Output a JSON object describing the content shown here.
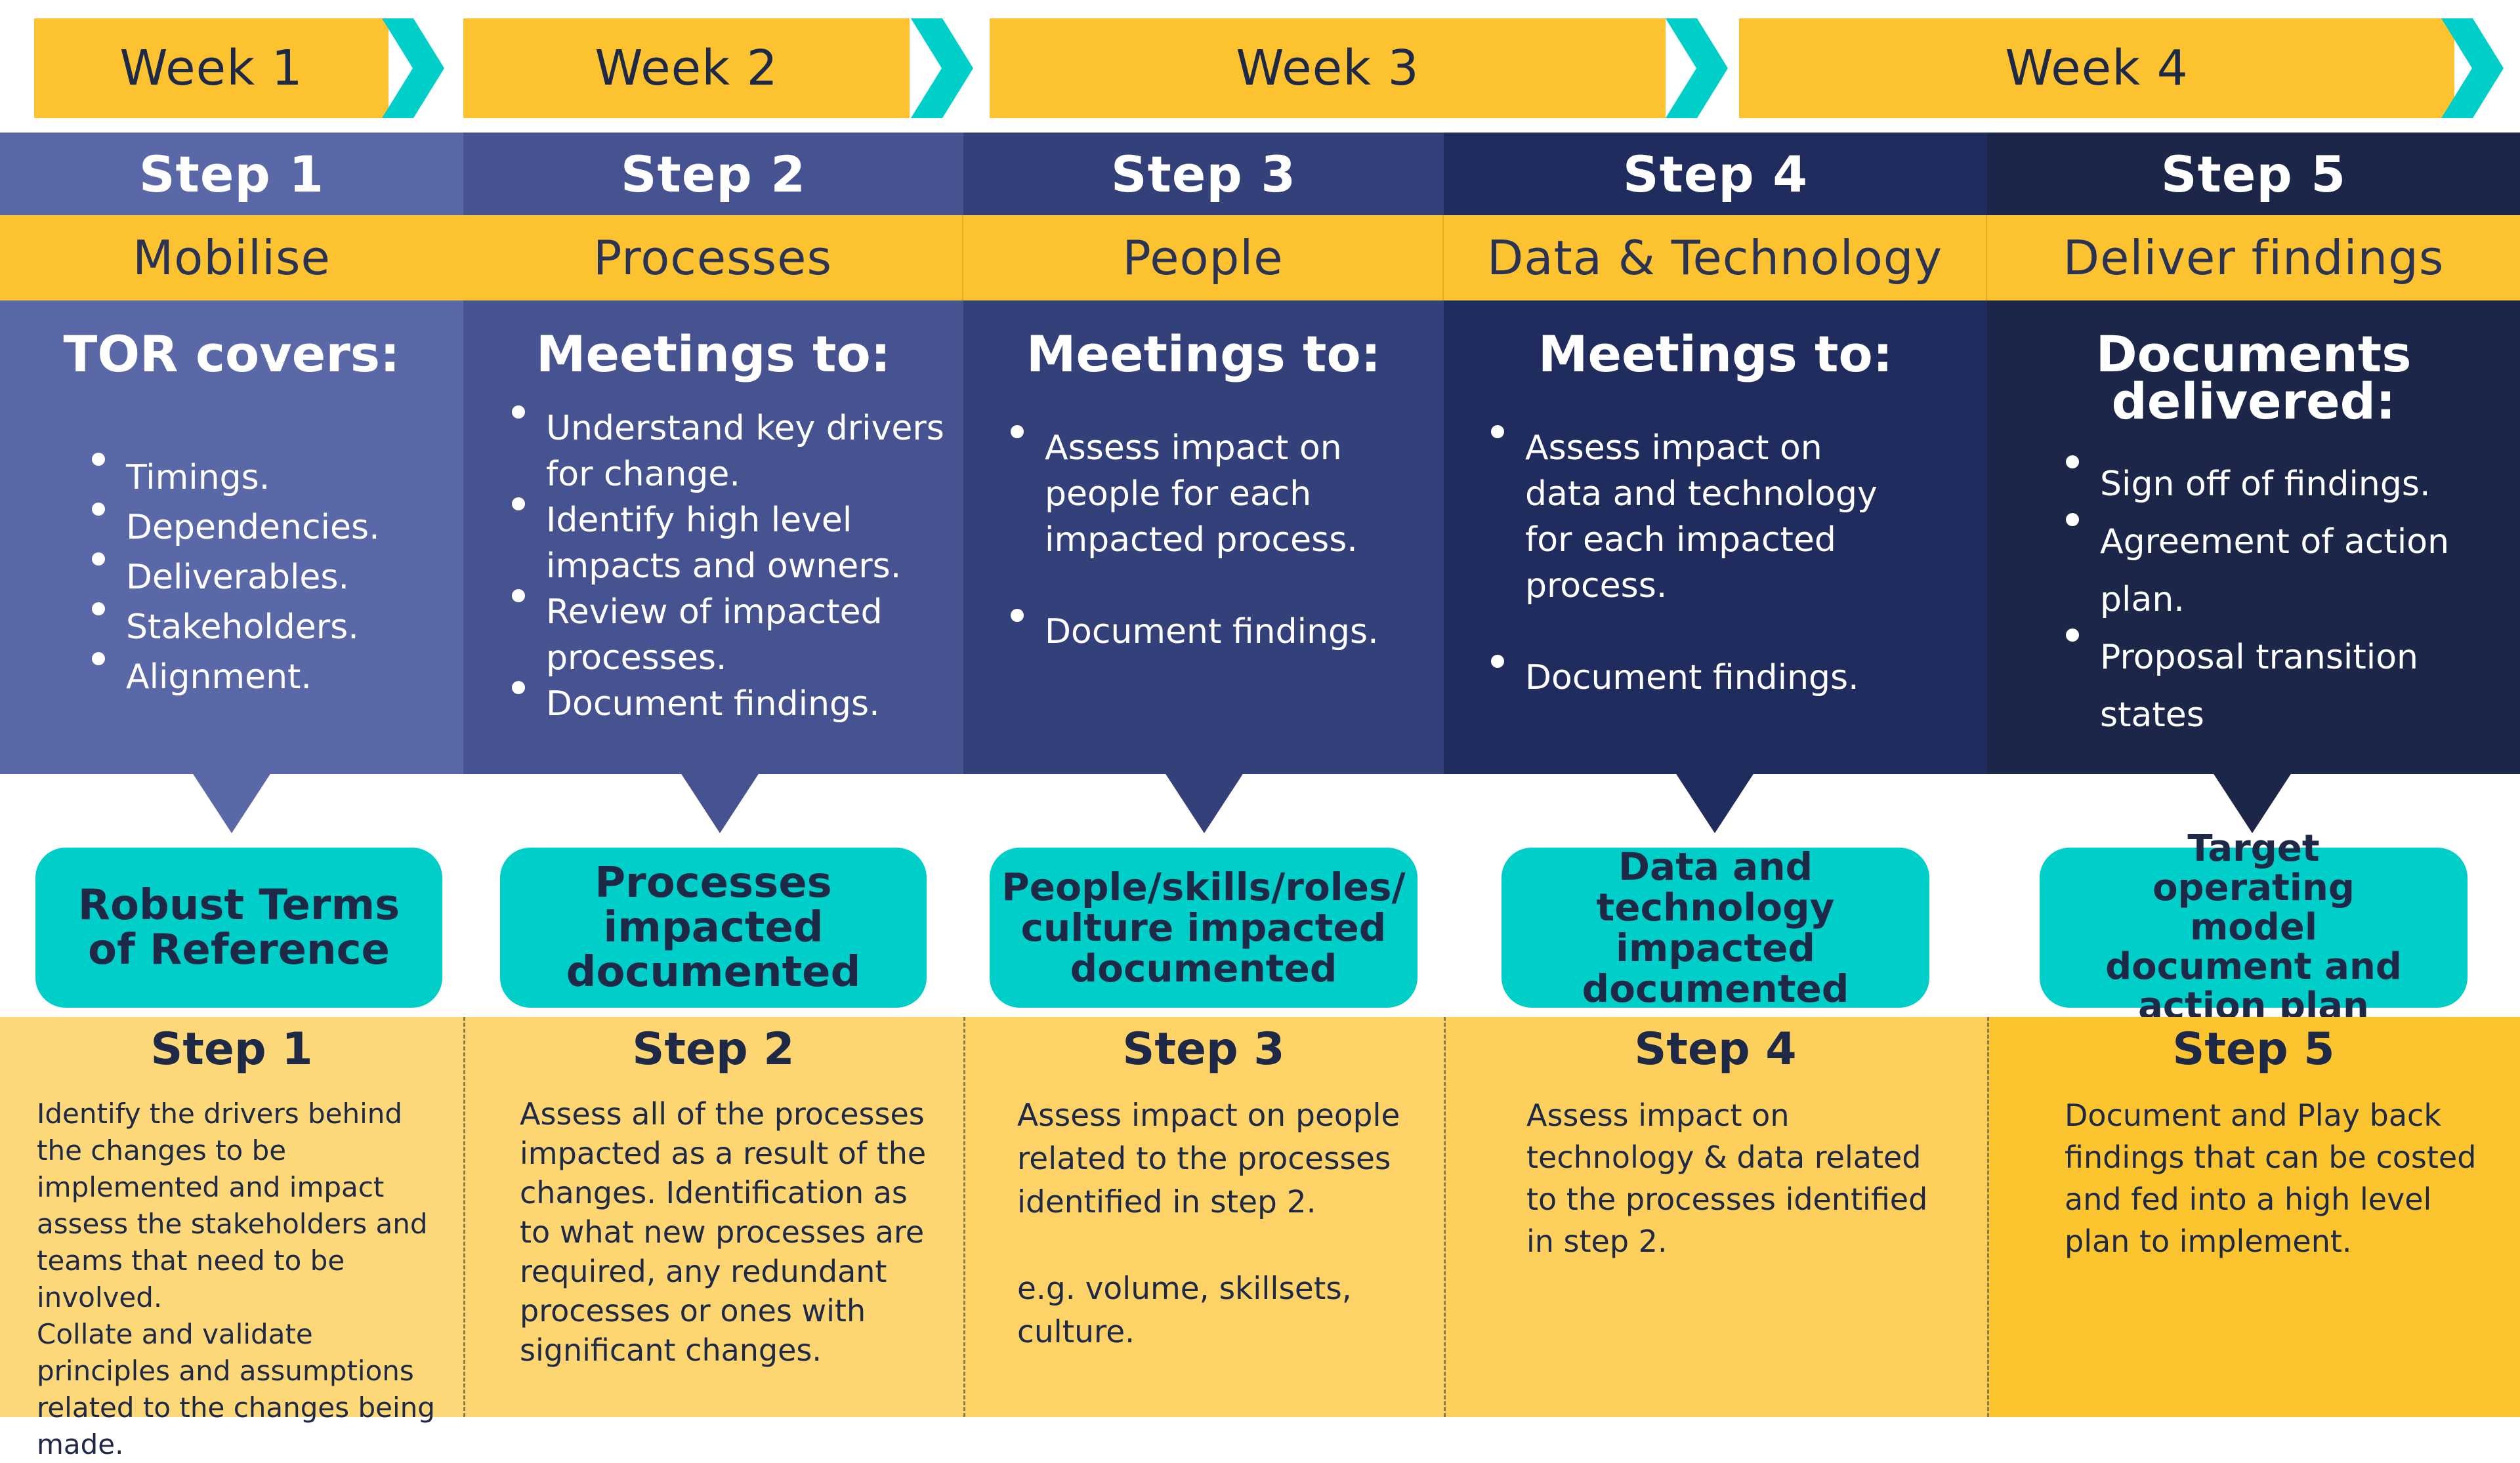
{
  "weeks": [
    "Week 1",
    "Week 2",
    "Week 3",
    "Week 4"
  ],
  "colors": {
    "yellow": "#fcc22f",
    "teal": "#00cec9",
    "step1": "#5b68a8",
    "step2": "#475290",
    "step3": "#34407a",
    "step4": "#212c5e",
    "step5": "#1c2649"
  },
  "steps": [
    {
      "step": "Step 1",
      "phase": "Mobilise",
      "panel_title": "TOR covers:",
      "bullets": [
        "Timings.",
        "Dependencies.",
        "Deliverables.",
        "Stakeholders.",
        "Alignment."
      ],
      "outcome": "Robust Terms of Reference",
      "bottom_title": "Step 1",
      "bottom_text": "Identify the drivers behind the changes to be implemented and impact assess the stakeholders and teams that need to be involved.\nCollate and validate principles and assumptions related to the changes being made."
    },
    {
      "step": "Step 2",
      "phase": "Processes",
      "panel_title": "Meetings to:",
      "bullets": [
        "Understand key drivers for change.",
        "Identify high level impacts and owners.",
        "Review of impacted processes.",
        "Document findings."
      ],
      "outcome": "Processes impacted documented",
      "bottom_title": "Step 2",
      "bottom_text": "Assess all of the processes impacted as a result of the changes.  Identification as to what new processes are required, any redundant processes or ones with significant changes."
    },
    {
      "step": "Step 3",
      "phase": "People",
      "panel_title": "Meetings to:",
      "bullets": [
        "Assess impact on people for each impacted process.",
        "Document findings."
      ],
      "outcome": "People/skills/roles/ culture impacted documented",
      "bottom_title": "Step 3",
      "bottom_text": "Assess impact on people related to the processes identified in step 2.\n\ne.g. volume, skillsets, culture."
    },
    {
      "step": "Step 4",
      "phase": "Data & Technology",
      "panel_title": "Meetings to:",
      "bullets": [
        "Assess impact on data and technology for each impacted process.",
        "Document findings."
      ],
      "outcome": "Data and technology impacted documented",
      "bottom_title": "Step 4",
      "bottom_text": "Assess impact on technology & data related to the processes identified in step 2."
    },
    {
      "step": "Step 5",
      "phase": "Deliver findings",
      "panel_title": "Documents delivered:",
      "bullets": [
        "Sign off of findings.",
        "Agreement of action plan.",
        "Proposal transition states"
      ],
      "outcome": "Target operating model document and action plan",
      "bottom_title": "Step 5",
      "bottom_text": "Document and Play back findings that can be costed and fed into a high level plan to implement."
    }
  ]
}
